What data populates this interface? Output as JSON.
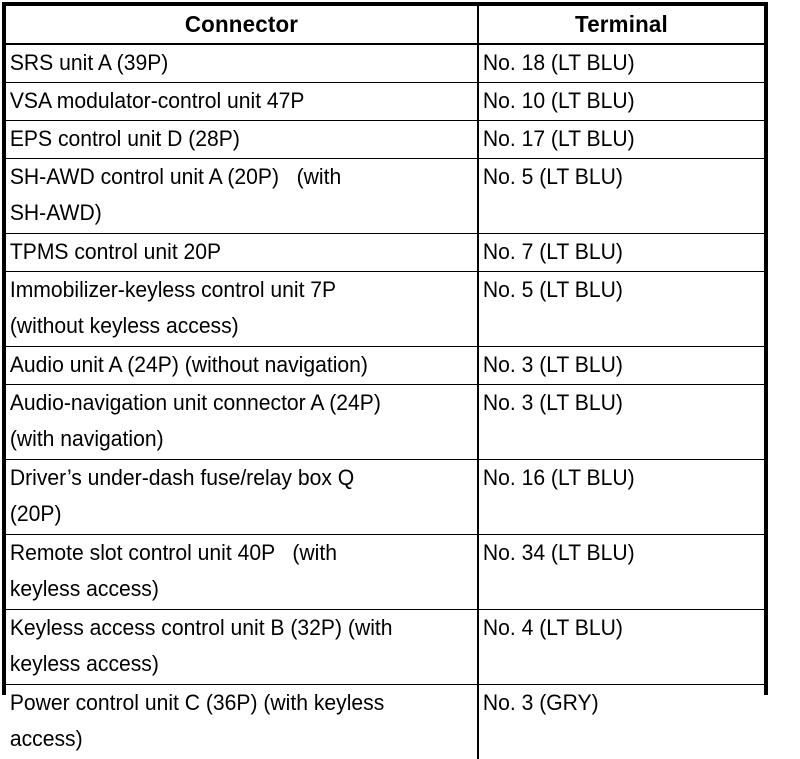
{
  "table": {
    "columns": [
      {
        "key": "connector",
        "label": "Connector"
      },
      {
        "key": "terminal",
        "label": "Terminal"
      }
    ],
    "rows": [
      {
        "connector": "SRS unit A (39P)",
        "terminal": "No. 18 (LT BLU)",
        "lines": 1
      },
      {
        "connector": "VSA modulator-control unit 47P",
        "terminal": "No. 10 (LT BLU)",
        "lines": 1
      },
      {
        "connector": "EPS control unit D (28P)",
        "terminal": "No. 17 (LT BLU)",
        "lines": 1
      },
      {
        "connector": "SH-AWD control unit A (20P)   (with\nSH-AWD)",
        "terminal": "No. 5 (LT BLU)",
        "lines": 2
      },
      {
        "connector": "TPMS control unit 20P",
        "terminal": "No. 7 (LT BLU)",
        "lines": 1
      },
      {
        "connector": "Immobilizer-keyless control unit 7P\n(without keyless access)",
        "terminal": "No. 5 (LT BLU)",
        "lines": 2
      },
      {
        "connector": "Audio unit A (24P) (without navigation)",
        "terminal": "No. 3 (LT BLU)",
        "lines": 1
      },
      {
        "connector": "Audio-navigation unit connector A (24P)\n(with navigation)",
        "terminal": "No. 3 (LT BLU)",
        "lines": 2
      },
      {
        "connector": "Driver’s under-dash fuse/relay box Q\n(20P)",
        "terminal": "No. 16 (LT BLU)",
        "lines": 2
      },
      {
        "connector": "Remote slot control unit 40P   (with\nkeyless access)",
        "terminal": "No. 34 (LT BLU)",
        "lines": 2
      },
      {
        "connector": "Keyless access control unit B (32P) (with\nkeyless access)",
        "terminal": "No. 4 (LT BLU)",
        "lines": 2
      },
      {
        "connector": "Power control unit C (36P) (with keyless\naccess)",
        "terminal": "No. 3 (GRY)",
        "lines": 2
      }
    ]
  },
  "colors": {
    "border": "#000000",
    "text": "#000000",
    "background": "#ffffff"
  }
}
